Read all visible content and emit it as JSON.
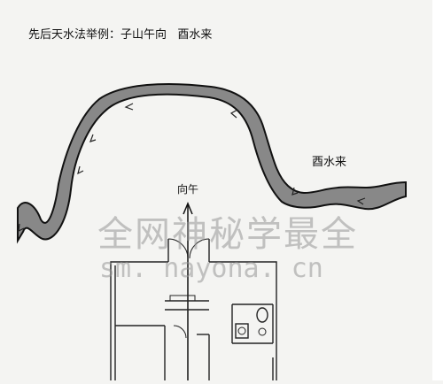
{
  "title": "先后天水法举例：子山午向   酉水来",
  "river_label": "酉水来",
  "facing_label": "向午",
  "watermark": {
    "text": "全网神秘学最全",
    "url": "sm. nayona. cn"
  }
}
